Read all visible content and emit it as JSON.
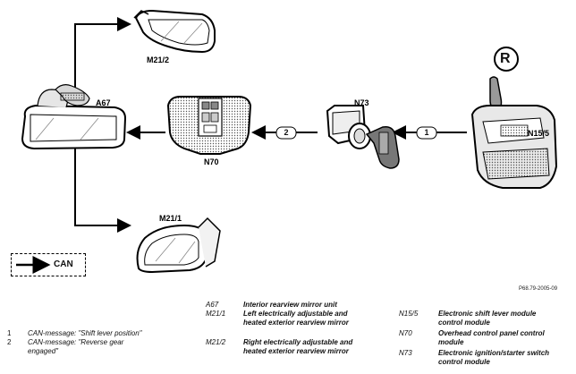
{
  "components": {
    "mirror_interior": "A67",
    "mirror_left_top": "M21/2",
    "mirror_right_bottom": "M21/1",
    "overhead_panel": "N70",
    "ignition_switch": "N73",
    "shift_module": "N15/5",
    "reverse_symbol": "R"
  },
  "messages": {
    "m1": "1",
    "m2": "2"
  },
  "legend_box": {
    "label": "CAN"
  },
  "figure_ref": "P68.79-2005-09",
  "legend_left": [
    {
      "num": "1",
      "text_line1": "CAN-message: \"Shift lever position\"",
      "text_line2": ""
    },
    {
      "num": "2",
      "text_line1": "CAN-message: \"Reverse gear",
      "text_line2": "engaged\""
    }
  ],
  "legend_mid": [
    {
      "code": "A67",
      "line1": "Interior rearview mirror unit",
      "line2": ""
    },
    {
      "code": "M21/1",
      "line1": "Left electrically adjustable and",
      "line2": "heated exterior rearview mirror"
    },
    {
      "code": "M21/2",
      "line1": "Right electrically adjustable and",
      "line2": "heated exterior rearview mirror"
    }
  ],
  "legend_right": [
    {
      "code": "N15/5",
      "line1": "Electronic shift lever module",
      "line2": "control module"
    },
    {
      "code": "N70",
      "line1": "Overhead control panel control",
      "line2": "module"
    },
    {
      "code": "N73",
      "line1": "Electronic ignition/starter switch",
      "line2": "control module"
    }
  ]
}
